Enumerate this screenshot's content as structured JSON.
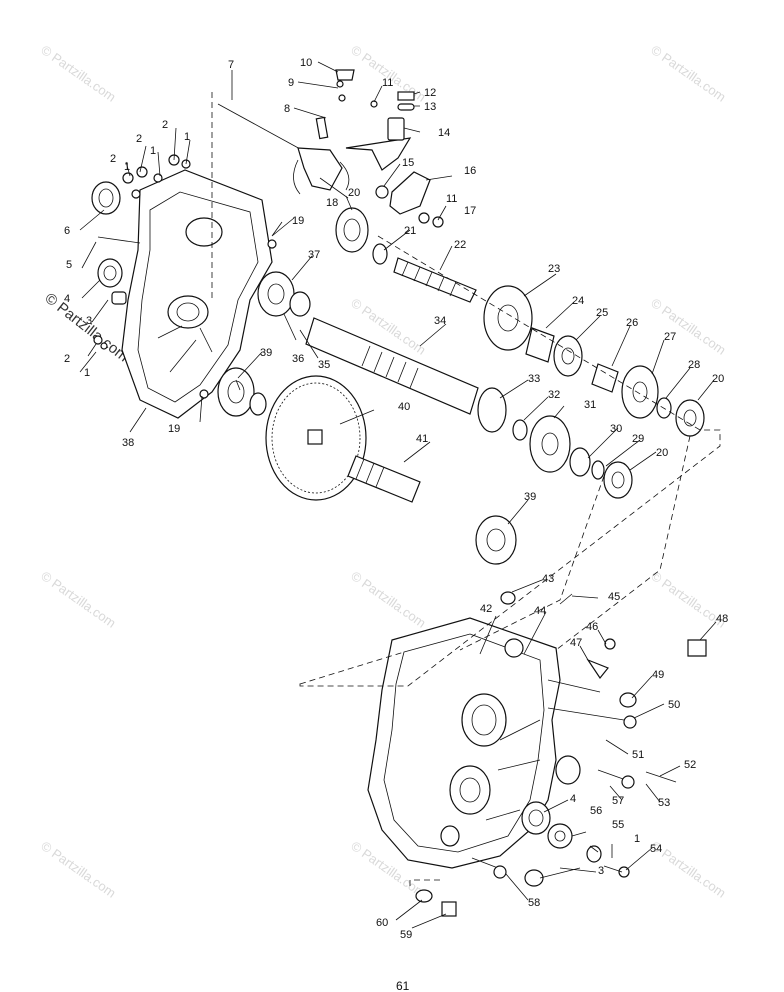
{
  "watermark": {
    "text": "© Partzilla.com",
    "side_text": "© Partzilla.com"
  },
  "page_number": "61",
  "callouts": [
    "1",
    "2",
    "3",
    "4",
    "5",
    "6",
    "7",
    "8",
    "9",
    "10",
    "11",
    "12",
    "13",
    "14",
    "15",
    "16",
    "17",
    "18",
    "19",
    "20",
    "21",
    "22",
    "23",
    "24",
    "25",
    "26",
    "27",
    "28",
    "29",
    "30",
    "31",
    "32",
    "33",
    "34",
    "35",
    "36",
    "37",
    "38",
    "39",
    "40",
    "41",
    "42",
    "43",
    "44",
    "45",
    "46",
    "47",
    "48",
    "49",
    "50",
    "51",
    "52",
    "53",
    "54",
    "55",
    "56",
    "57",
    "58",
    "59",
    "60"
  ]
}
